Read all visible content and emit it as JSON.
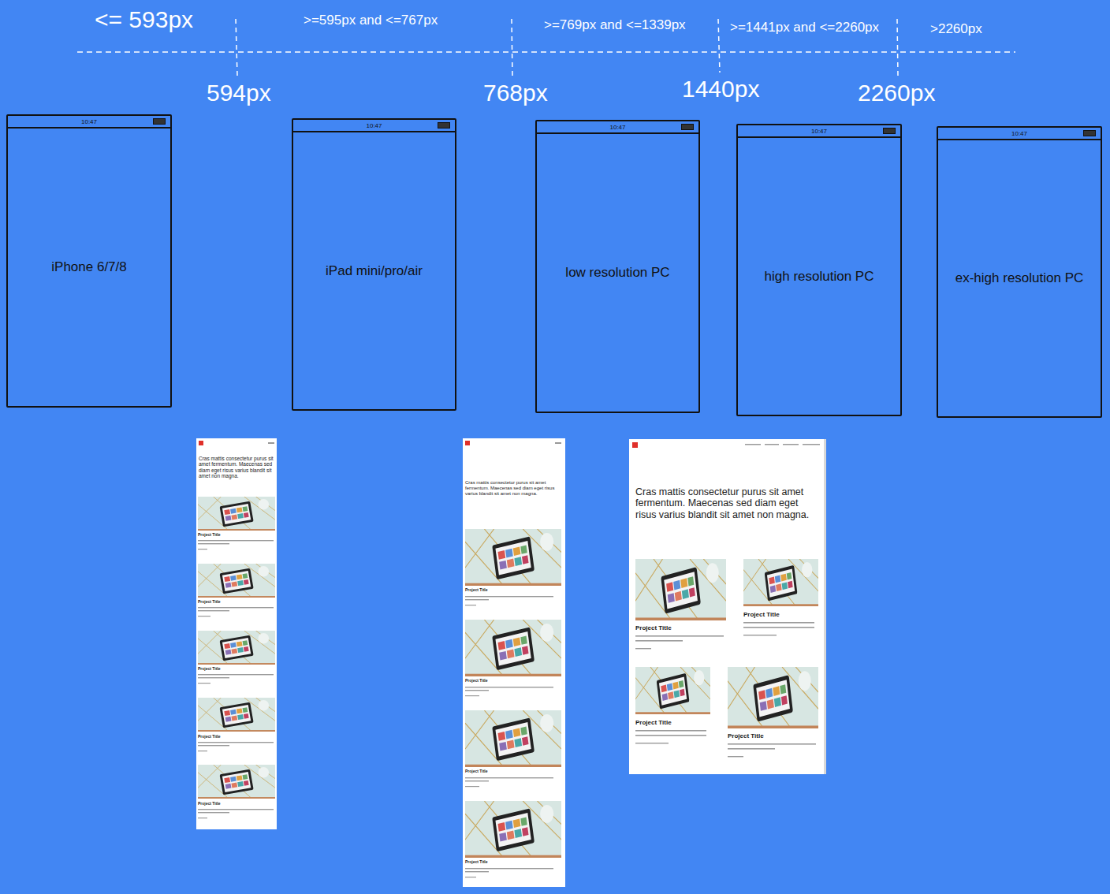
{
  "diagram": {
    "nodes": [
      {
        "text": [
          "10:47",
          "iPhone 6/7/8"
        ]
      },
      {
        "text": [
          "10:47",
          "iPad mini/pro/air"
        ]
      },
      {
        "text": [
          "10:47",
          "low resolution PC"
        ]
      },
      {
        "text": [
          "10:47",
          "high resolution PC"
        ]
      },
      {
        "text": [
          "10:47",
          "ex-high resolution PC"
        ]
      }
    ],
    "labels": [
      "<= 593px",
      ">=595px and <=767px",
      ">=769px and <=1339px",
      ">=1441px and <=2260px",
      ">2260px",
      "594px",
      "768px",
      "1440px",
      "2260px",
      "Cras mattis consectetur purus sit amet fermentum. Maecenas sed diam eget risus varius blandit sit amet non magna.",
      "Project Title",
      "Project Title",
      "Project Title",
      "Project Title",
      "Project Title",
      "Cras mattis consectetur purus sit amet fermentum. Maecenas sed diam eget risus varius blandit sit amet non magna.",
      "Project Title",
      "Project Title",
      "Project Title",
      "Project Title",
      "Cras mattis consectetur purus sit amet fermentum. Maecenas sed diam eget risus varius blandit sit amet non magna.",
      "Project Title",
      "Project Title",
      "Project Title",
      "Project Title"
    ]
  }
}
